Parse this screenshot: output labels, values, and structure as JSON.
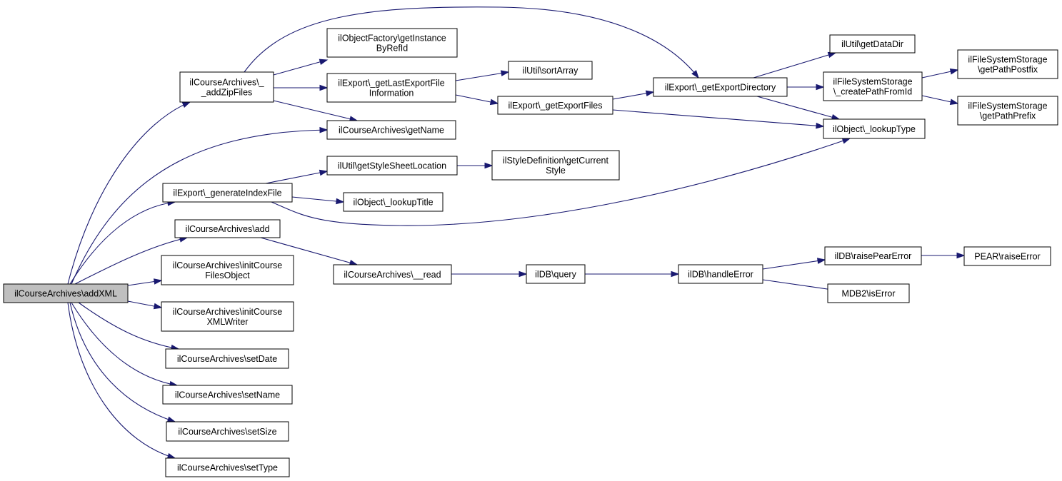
{
  "nodes": [
    {
      "id": "root",
      "lines": [
        "ilCourseArchives\\addXML"
      ],
      "root": true
    },
    {
      "id": "addZipFiles",
      "lines": [
        "ilCourseArchives\\_",
        "_addZipFiles"
      ]
    },
    {
      "id": "getInstanceByRefId",
      "lines": [
        "ilObjectFactory\\getInstance",
        "ByRefId"
      ]
    },
    {
      "id": "getLastExportFileInformation",
      "lines": [
        "ilExport\\_getLastExportFile",
        "Information"
      ]
    },
    {
      "id": "getName",
      "lines": [
        "ilCourseArchives\\getName"
      ]
    },
    {
      "id": "sortArray",
      "lines": [
        "ilUtil\\sortArray"
      ]
    },
    {
      "id": "getExportFiles",
      "lines": [
        "ilExport\\_getExportFiles"
      ]
    },
    {
      "id": "getExportDirectory",
      "lines": [
        "ilExport\\_getExportDirectory"
      ]
    },
    {
      "id": "getDataDir",
      "lines": [
        "ilUtil\\getDataDir"
      ]
    },
    {
      "id": "createPathFromId",
      "lines": [
        "ilFileSystemStorage",
        "\\_createPathFromId"
      ]
    },
    {
      "id": "getPathPostfix",
      "lines": [
        "ilFileSystemStorage",
        "\\getPathPostfix"
      ]
    },
    {
      "id": "getPathPrefix",
      "lines": [
        "ilFileSystemStorage",
        "\\getPathPrefix"
      ]
    },
    {
      "id": "lookupType",
      "lines": [
        "ilObject\\_lookupType"
      ]
    },
    {
      "id": "generateIndexFile",
      "lines": [
        "ilExport\\_generateIndexFile"
      ]
    },
    {
      "id": "getStyleSheetLocation",
      "lines": [
        "ilUtil\\getStyleSheetLocation"
      ]
    },
    {
      "id": "getCurrentStyle",
      "lines": [
        "ilStyleDefinition\\getCurrent",
        "Style"
      ]
    },
    {
      "id": "lookupTitle",
      "lines": [
        "ilObject\\_lookupTitle"
      ]
    },
    {
      "id": "add",
      "lines": [
        "ilCourseArchives\\add"
      ]
    },
    {
      "id": "read",
      "lines": [
        "ilCourseArchives\\__read"
      ]
    },
    {
      "id": "query",
      "lines": [
        "ilDB\\query"
      ]
    },
    {
      "id": "handleError",
      "lines": [
        "ilDB\\handleError"
      ]
    },
    {
      "id": "raisePearError",
      "lines": [
        "ilDB\\raisePearError"
      ]
    },
    {
      "id": "raiseError",
      "lines": [
        "PEAR\\raiseError"
      ]
    },
    {
      "id": "isError",
      "lines": [
        "MDB2\\isError"
      ]
    },
    {
      "id": "initCourseFilesObject",
      "lines": [
        "ilCourseArchives\\initCourse",
        "FilesObject"
      ]
    },
    {
      "id": "initCourseXMLWriter",
      "lines": [
        "ilCourseArchives\\initCourse",
        "XMLWriter"
      ]
    },
    {
      "id": "setDate",
      "lines": [
        "ilCourseArchives\\setDate"
      ]
    },
    {
      "id": "setName",
      "lines": [
        "ilCourseArchives\\setName"
      ]
    },
    {
      "id": "setSize",
      "lines": [
        "ilCourseArchives\\setSize"
      ]
    },
    {
      "id": "setType",
      "lines": [
        "ilCourseArchives\\setType"
      ]
    }
  ],
  "edges": [
    {
      "from": "root",
      "to": "addZipFiles"
    },
    {
      "from": "root",
      "to": "getName"
    },
    {
      "from": "root",
      "to": "generateIndexFile"
    },
    {
      "from": "root",
      "to": "add"
    },
    {
      "from": "root",
      "to": "initCourseFilesObject"
    },
    {
      "from": "root",
      "to": "initCourseXMLWriter"
    },
    {
      "from": "root",
      "to": "setDate"
    },
    {
      "from": "root",
      "to": "setName"
    },
    {
      "from": "root",
      "to": "setSize"
    },
    {
      "from": "root",
      "to": "setType"
    },
    {
      "from": "addZipFiles",
      "to": "getInstanceByRefId"
    },
    {
      "from": "addZipFiles",
      "to": "getLastExportFileInformation"
    },
    {
      "from": "addZipFiles",
      "to": "getName"
    },
    {
      "from": "addZipFiles",
      "to": "getExportDirectory"
    },
    {
      "from": "getLastExportFileInformation",
      "to": "sortArray"
    },
    {
      "from": "getLastExportFileInformation",
      "to": "getExportFiles"
    },
    {
      "from": "getExportFiles",
      "to": "getExportDirectory"
    },
    {
      "from": "getExportFiles",
      "to": "lookupType"
    },
    {
      "from": "getExportDirectory",
      "to": "getDataDir"
    },
    {
      "from": "getExportDirectory",
      "to": "createPathFromId"
    },
    {
      "from": "getExportDirectory",
      "to": "lookupType"
    },
    {
      "from": "createPathFromId",
      "to": "getPathPostfix"
    },
    {
      "from": "createPathFromId",
      "to": "getPathPrefix"
    },
    {
      "from": "generateIndexFile",
      "to": "getStyleSheetLocation"
    },
    {
      "from": "generateIndexFile",
      "to": "lookupTitle"
    },
    {
      "from": "generateIndexFile",
      "to": "lookupType"
    },
    {
      "from": "getStyleSheetLocation",
      "to": "getCurrentStyle"
    },
    {
      "from": "add",
      "to": "read"
    },
    {
      "from": "read",
      "to": "query"
    },
    {
      "from": "query",
      "to": "handleError"
    },
    {
      "from": "handleError",
      "to": "raisePearError"
    },
    {
      "from": "handleError",
      "to": "isError"
    },
    {
      "from": "raisePearError",
      "to": "raiseError"
    }
  ]
}
